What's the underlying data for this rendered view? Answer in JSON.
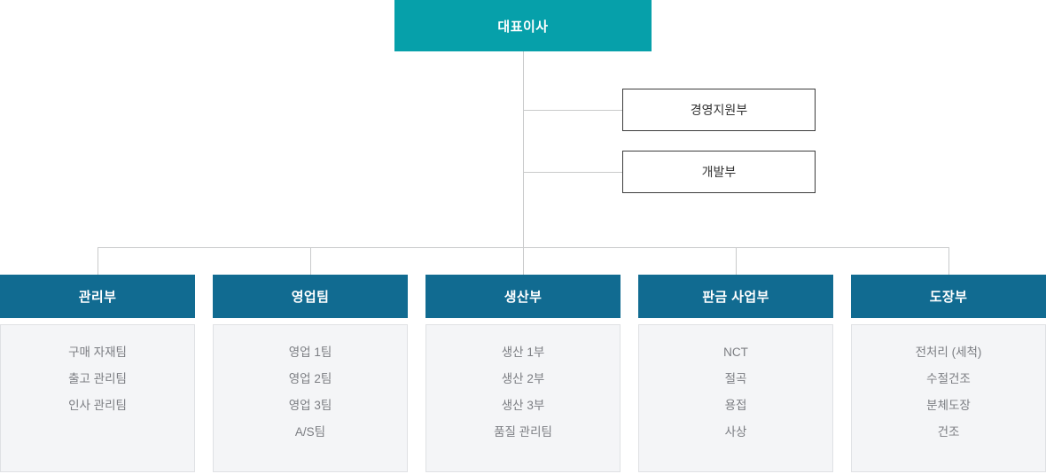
{
  "chart": {
    "type": "org-chart",
    "title": "",
    "executive": {
      "label": "대표이사",
      "color": "#06a0aa",
      "text_color": "#ffffff"
    },
    "staff_units": [
      {
        "label": "경영지원부"
      },
      {
        "label": "개발부"
      }
    ],
    "departments": [
      {
        "label": "관리부",
        "items": [
          "구매 자재팀",
          "출고 관리팀",
          "인사 관리팀"
        ]
      },
      {
        "label": "영업팀",
        "items": [
          "영업 1팀",
          "영업 2팀",
          "영업 3팀",
          "A/S팀"
        ]
      },
      {
        "label": "생산부",
        "items": [
          "생산 1부",
          "생산 2부",
          "생산 3부",
          "품질 관리팀"
        ]
      },
      {
        "label": "판금 사업부",
        "items": [
          "NCT",
          "절곡",
          "용접",
          "사상"
        ]
      },
      {
        "label": "도장부",
        "items": [
          "전처리 (세척)",
          "수절건조",
          "분체도장",
          "건조"
        ]
      }
    ],
    "colors": {
      "executive_fill": "#06a0aa",
      "department_header_fill": "#116b91",
      "department_body_fill": "#f4f5f7",
      "department_body_border": "#dfe1e4",
      "staff_box_border": "#3c3c3c",
      "connector_line": "#c9cacb",
      "item_text": "#7b7d82",
      "header_text": "#ffffff"
    }
  }
}
